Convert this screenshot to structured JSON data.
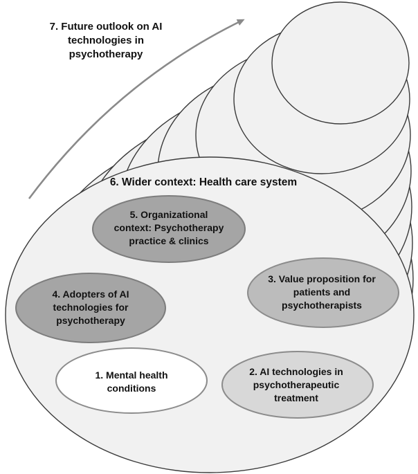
{
  "diagram": {
    "text_color": "#111111",
    "outer_stack": {
      "layer_count": 8,
      "fill": "#f1f1f1",
      "stroke": "#3a3a3a"
    },
    "future_outlook": {
      "lines": [
        "7. Future outlook on AI",
        "technologies in",
        "psychotherapy"
      ],
      "arrow_color": "#8a8a8a"
    },
    "wider_context_label": "6. Wider context: Health care system",
    "inner_ellipses": [
      {
        "name": "mental-health-conditions",
        "fill": "#ffffff",
        "stroke": "#8c8c8c",
        "lines": [
          "1. Mental health",
          "conditions"
        ]
      },
      {
        "name": "ai-technologies-in-treatment",
        "fill": "#d8d8d8",
        "stroke": "#8c8c8c",
        "lines": [
          "2. AI technologies in",
          "psychotherapeutic",
          "treatment"
        ]
      },
      {
        "name": "value-proposition",
        "fill": "#bcbcbc",
        "stroke": "#8c8c8c",
        "lines": [
          "3. Value proposition for",
          "patients and",
          "psychotherapists"
        ]
      },
      {
        "name": "adopters-of-ai",
        "fill": "#a5a5a5",
        "stroke": "#7d7d7d",
        "lines": [
          "4. Adopters of AI",
          "technologies for",
          "psychotherapy"
        ]
      },
      {
        "name": "organizational-context",
        "fill": "#a5a5a5",
        "stroke": "#7d7d7d",
        "lines": [
          "5. Organizational",
          "context: Psychotherapy",
          "practice & clinics"
        ]
      }
    ]
  }
}
